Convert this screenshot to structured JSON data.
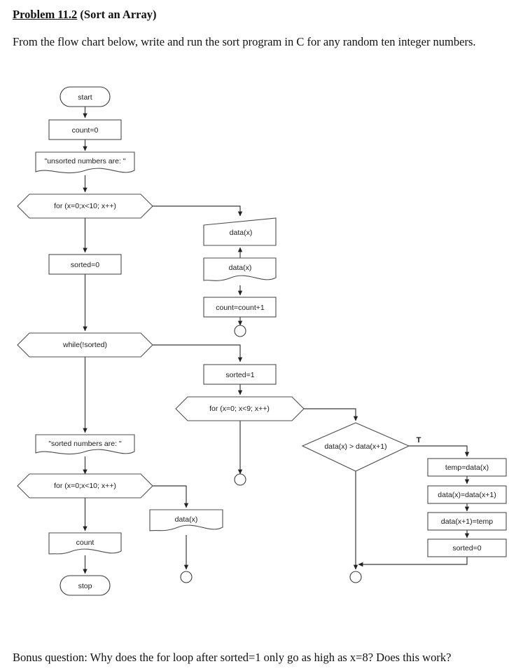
{
  "document": {
    "title_prefix": "Problem 11.2",
    "title_suffix": " (Sort an Array)",
    "intro": "From the flow chart below, write and run the sort program in C for any random ten integer numbers.",
    "bonus": "Bonus question:  Why does the for loop after sorted=1 only go as high as x=8?  Does this work?"
  },
  "flowchart": {
    "nodes": {
      "start": {
        "label": "start",
        "shape": "terminator"
      },
      "count_init": {
        "label": "count=0",
        "shape": "process"
      },
      "print_unsorted": {
        "label": "\"unsorted numbers are: \"",
        "shape": "document"
      },
      "for_read": {
        "label": "for (x=0;x<10; x++)",
        "shape": "preparation"
      },
      "input_data": {
        "label": "data(x)",
        "shape": "manual-input"
      },
      "print_data_1": {
        "label": "data(x)",
        "shape": "document"
      },
      "count_increment": {
        "label": "count=count+1",
        "shape": "process"
      },
      "sorted_zero": {
        "label": "sorted=0",
        "shape": "process"
      },
      "while_not_sorted": {
        "label": "while(!sorted)",
        "shape": "preparation"
      },
      "sorted_one": {
        "label": "sorted=1",
        "shape": "process"
      },
      "for_compare": {
        "label": "for (x=0; x<9; x++)",
        "shape": "preparation"
      },
      "compare_decision": {
        "label": "data(x) > data(x+1)",
        "shape": "decision"
      },
      "temp_assign": {
        "label": "temp=data(x)",
        "shape": "process"
      },
      "swap_first": {
        "label": "data(x)=data(x+1)",
        "shape": "process"
      },
      "swap_second": {
        "label": "data(x+1)=temp",
        "shape": "process"
      },
      "reset_sorted": {
        "label": "sorted=0",
        "shape": "process"
      },
      "print_sorted": {
        "label": "\"sorted numbers are: \"",
        "shape": "document"
      },
      "for_print": {
        "label": "for (x=0;x<10; x++)",
        "shape": "preparation"
      },
      "print_count": {
        "label": "count",
        "shape": "document"
      },
      "print_data_2": {
        "label": "data(x)",
        "shape": "document"
      },
      "stop": {
        "label": "stop",
        "shape": "terminator"
      }
    },
    "edge_labels": {
      "decision_true": "T"
    },
    "connectors": [
      {
        "name": "connector-after-count-increment"
      },
      {
        "name": "connector-after-for-compare"
      },
      {
        "name": "connector-after-print-data-2"
      },
      {
        "name": "connector-after-compare-decision"
      }
    ],
    "colors": {
      "shape_stroke": "#4d4d4d",
      "line_stroke": "#3a3a3a",
      "text": "#1a1a1a",
      "background": "#ffffff"
    }
  }
}
